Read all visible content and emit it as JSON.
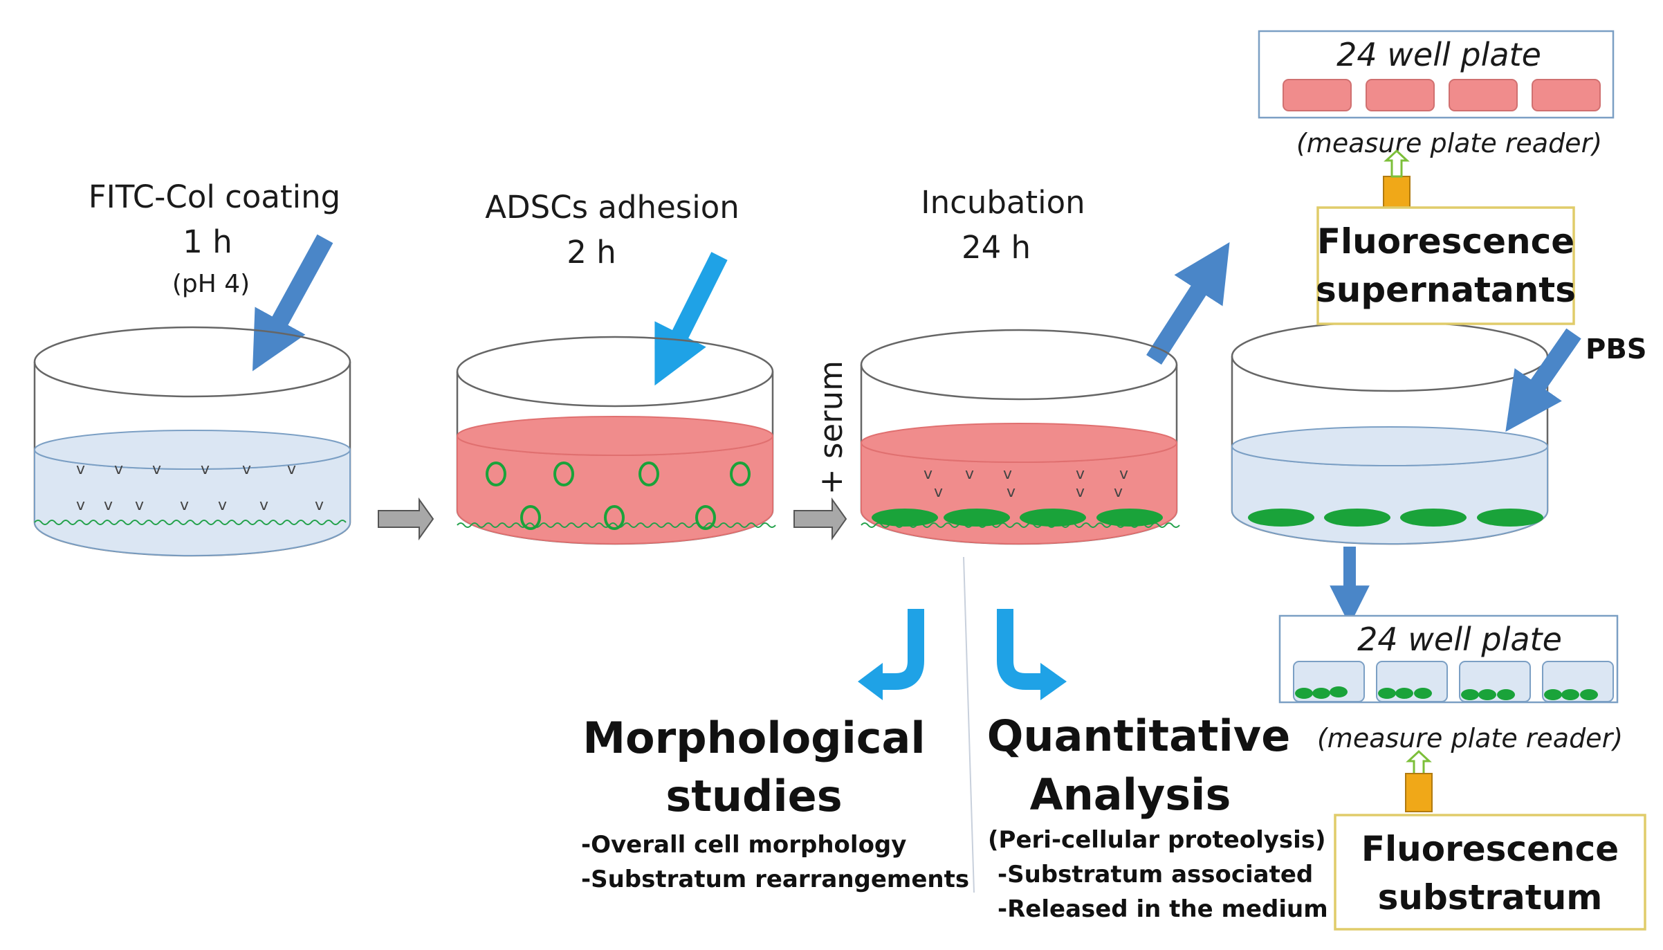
{
  "step1": {
    "title": "FITC-Col  coating",
    "time": "1 h",
    "note": "(pH 4)"
  },
  "step2": {
    "title": "ADSCs adhesion",
    "time": "2 h"
  },
  "step3": {
    "title": "Incubation",
    "time": "24 h",
    "side_label": "+ serum"
  },
  "pbs_label": "PBS",
  "plate_top": {
    "title": "24 well plate",
    "measure": "(measure plate reader)"
  },
  "plate_bottom": {
    "title": "24 well plate",
    "measure": "(measure plate reader)"
  },
  "box_supernatants": {
    "line1": "Fluorescence",
    "line2": "supernatants"
  },
  "box_substratum": {
    "line1": "Fluorescence",
    "line2": "substratum"
  },
  "morph": {
    "line1": "Morphological",
    "line2": "studies",
    "bullets": [
      "-Overall cell morphology",
      "-Substratum rearrangements"
    ]
  },
  "quant": {
    "line1": "Quantitative",
    "line2": "Analysis",
    "bullets": [
      "(Peri-cellular proteolysis)",
      "-Substratum associated",
      "-Released in the medium"
    ]
  },
  "colors": {
    "liquid_blue": "#dbe6f3",
    "medium_pink": "#f08c8c",
    "cell_green": "#1aa33a",
    "arrow_blue": "#4a86c8",
    "arrow_cyan": "#1fa2e6",
    "box_yellow": "#e0cc6a",
    "plate_border": "#7b9fc4",
    "orange": "#f0a818"
  },
  "marks": {
    "v": "v",
    "o": "O"
  }
}
